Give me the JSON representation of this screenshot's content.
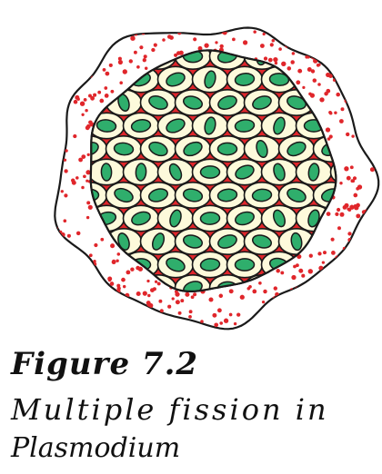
{
  "figure": {
    "title": "Figure 7.2",
    "caption_line1": "Multiple fission in",
    "caption_line2": "Plasmodium"
  },
  "colors": {
    "outline": "#1a1a1a",
    "granule": "#e0262b",
    "cell_fill": "#fdfadb",
    "nucleus": "#2fae6c",
    "interstitial": "#e0262b"
  }
}
